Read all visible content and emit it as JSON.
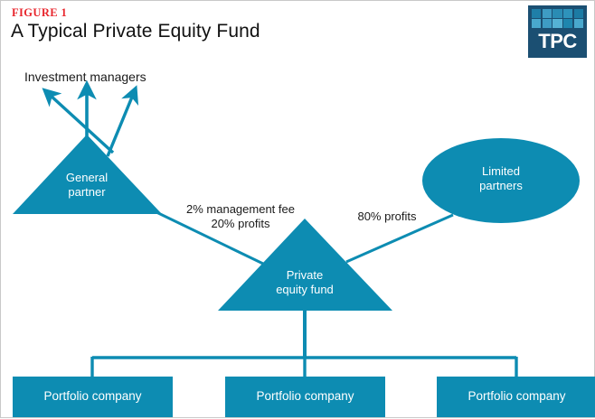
{
  "header": {
    "figure_label": "FIGURE 1",
    "title": "A Typical Private Equity Fund",
    "label_color": "#e8262d",
    "title_color": "#111111"
  },
  "logo": {
    "name": "tpc-logo",
    "text": "TPC",
    "background": "#1b4f72",
    "tile_colors": [
      "#1f7fa8",
      "#3e9cc4",
      "#2a8cb4",
      "#2e93bb",
      "#1c7ba4",
      "#49a8cd",
      "#3e9cc4",
      "#55b2d4",
      "#1f86ae",
      "#49a8cd"
    ]
  },
  "theme": {
    "accent": "#0d8cb2",
    "accent_dark": "#0b7fa2",
    "text_on_accent": "#ffffff",
    "frame": "#c9c9c9"
  },
  "diagram": {
    "type": "flow-diagram",
    "nodes": [
      {
        "id": "investment-managers",
        "shape": "text",
        "label": "Investment managers"
      },
      {
        "id": "general-partner",
        "shape": "triangle",
        "label": "General\npartner"
      },
      {
        "id": "private-equity-fund",
        "shape": "triangle",
        "label": "Private\nequity fund"
      },
      {
        "id": "limited-partners",
        "shape": "ellipse",
        "label": "Limited\npartners"
      }
    ],
    "edge_labels": {
      "gp_to_fund": "2% management fee\n20% profits",
      "lp_to_fund": "80% profits"
    },
    "arrows_to_managers": 3,
    "portfolio_companies": [
      {
        "id": "portfolio-company-1",
        "label": "Portfolio company"
      },
      {
        "id": "portfolio-company-2",
        "label": "Portfolio company"
      },
      {
        "id": "portfolio-company-3",
        "label": "Portfolio company"
      }
    ]
  }
}
